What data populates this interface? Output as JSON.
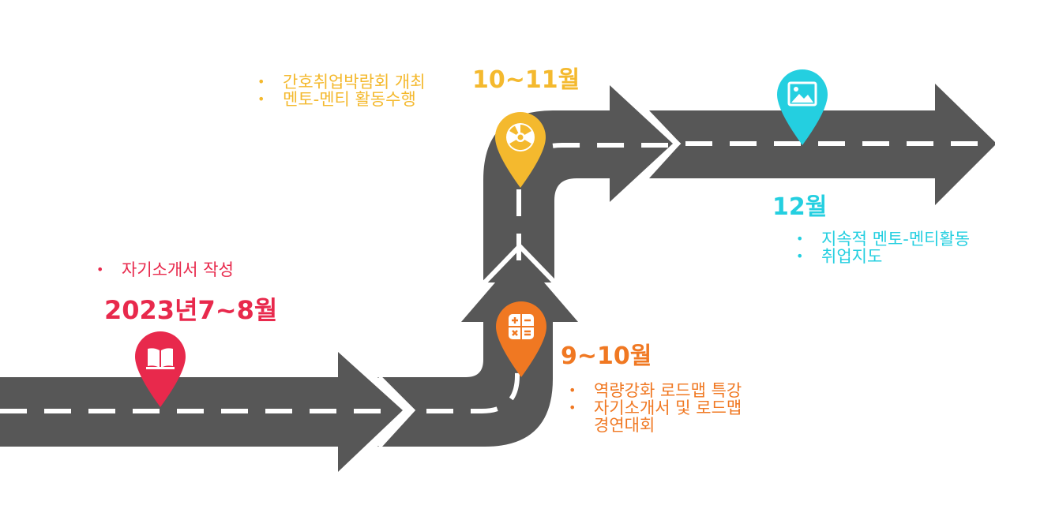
{
  "colors": {
    "road": "#575757",
    "dash": "#ffffff",
    "red": "#e8294c",
    "orange": "#f07822",
    "yellow": "#f4b92e",
    "cyan": "#24cfe0"
  },
  "milestones": [
    {
      "title": "2023년7~8월",
      "items": [
        "자기소개서 작성"
      ],
      "icon": "book-icon"
    },
    {
      "title": "9~10월",
      "items": [
        "역량강화 로드맵 특강",
        "자기소개서 및 로드맵",
        "경연대회"
      ],
      "icon": "calculator-icon"
    },
    {
      "title": "10~11월",
      "items": [
        "간호취업박람회 개최",
        "멘토-멘티 활동수행"
      ],
      "icon": "radiation-icon"
    },
    {
      "title": "12월",
      "items": [
        "지속적 멘토-멘티활동",
        "취업지도"
      ],
      "icon": "image-icon"
    }
  ]
}
